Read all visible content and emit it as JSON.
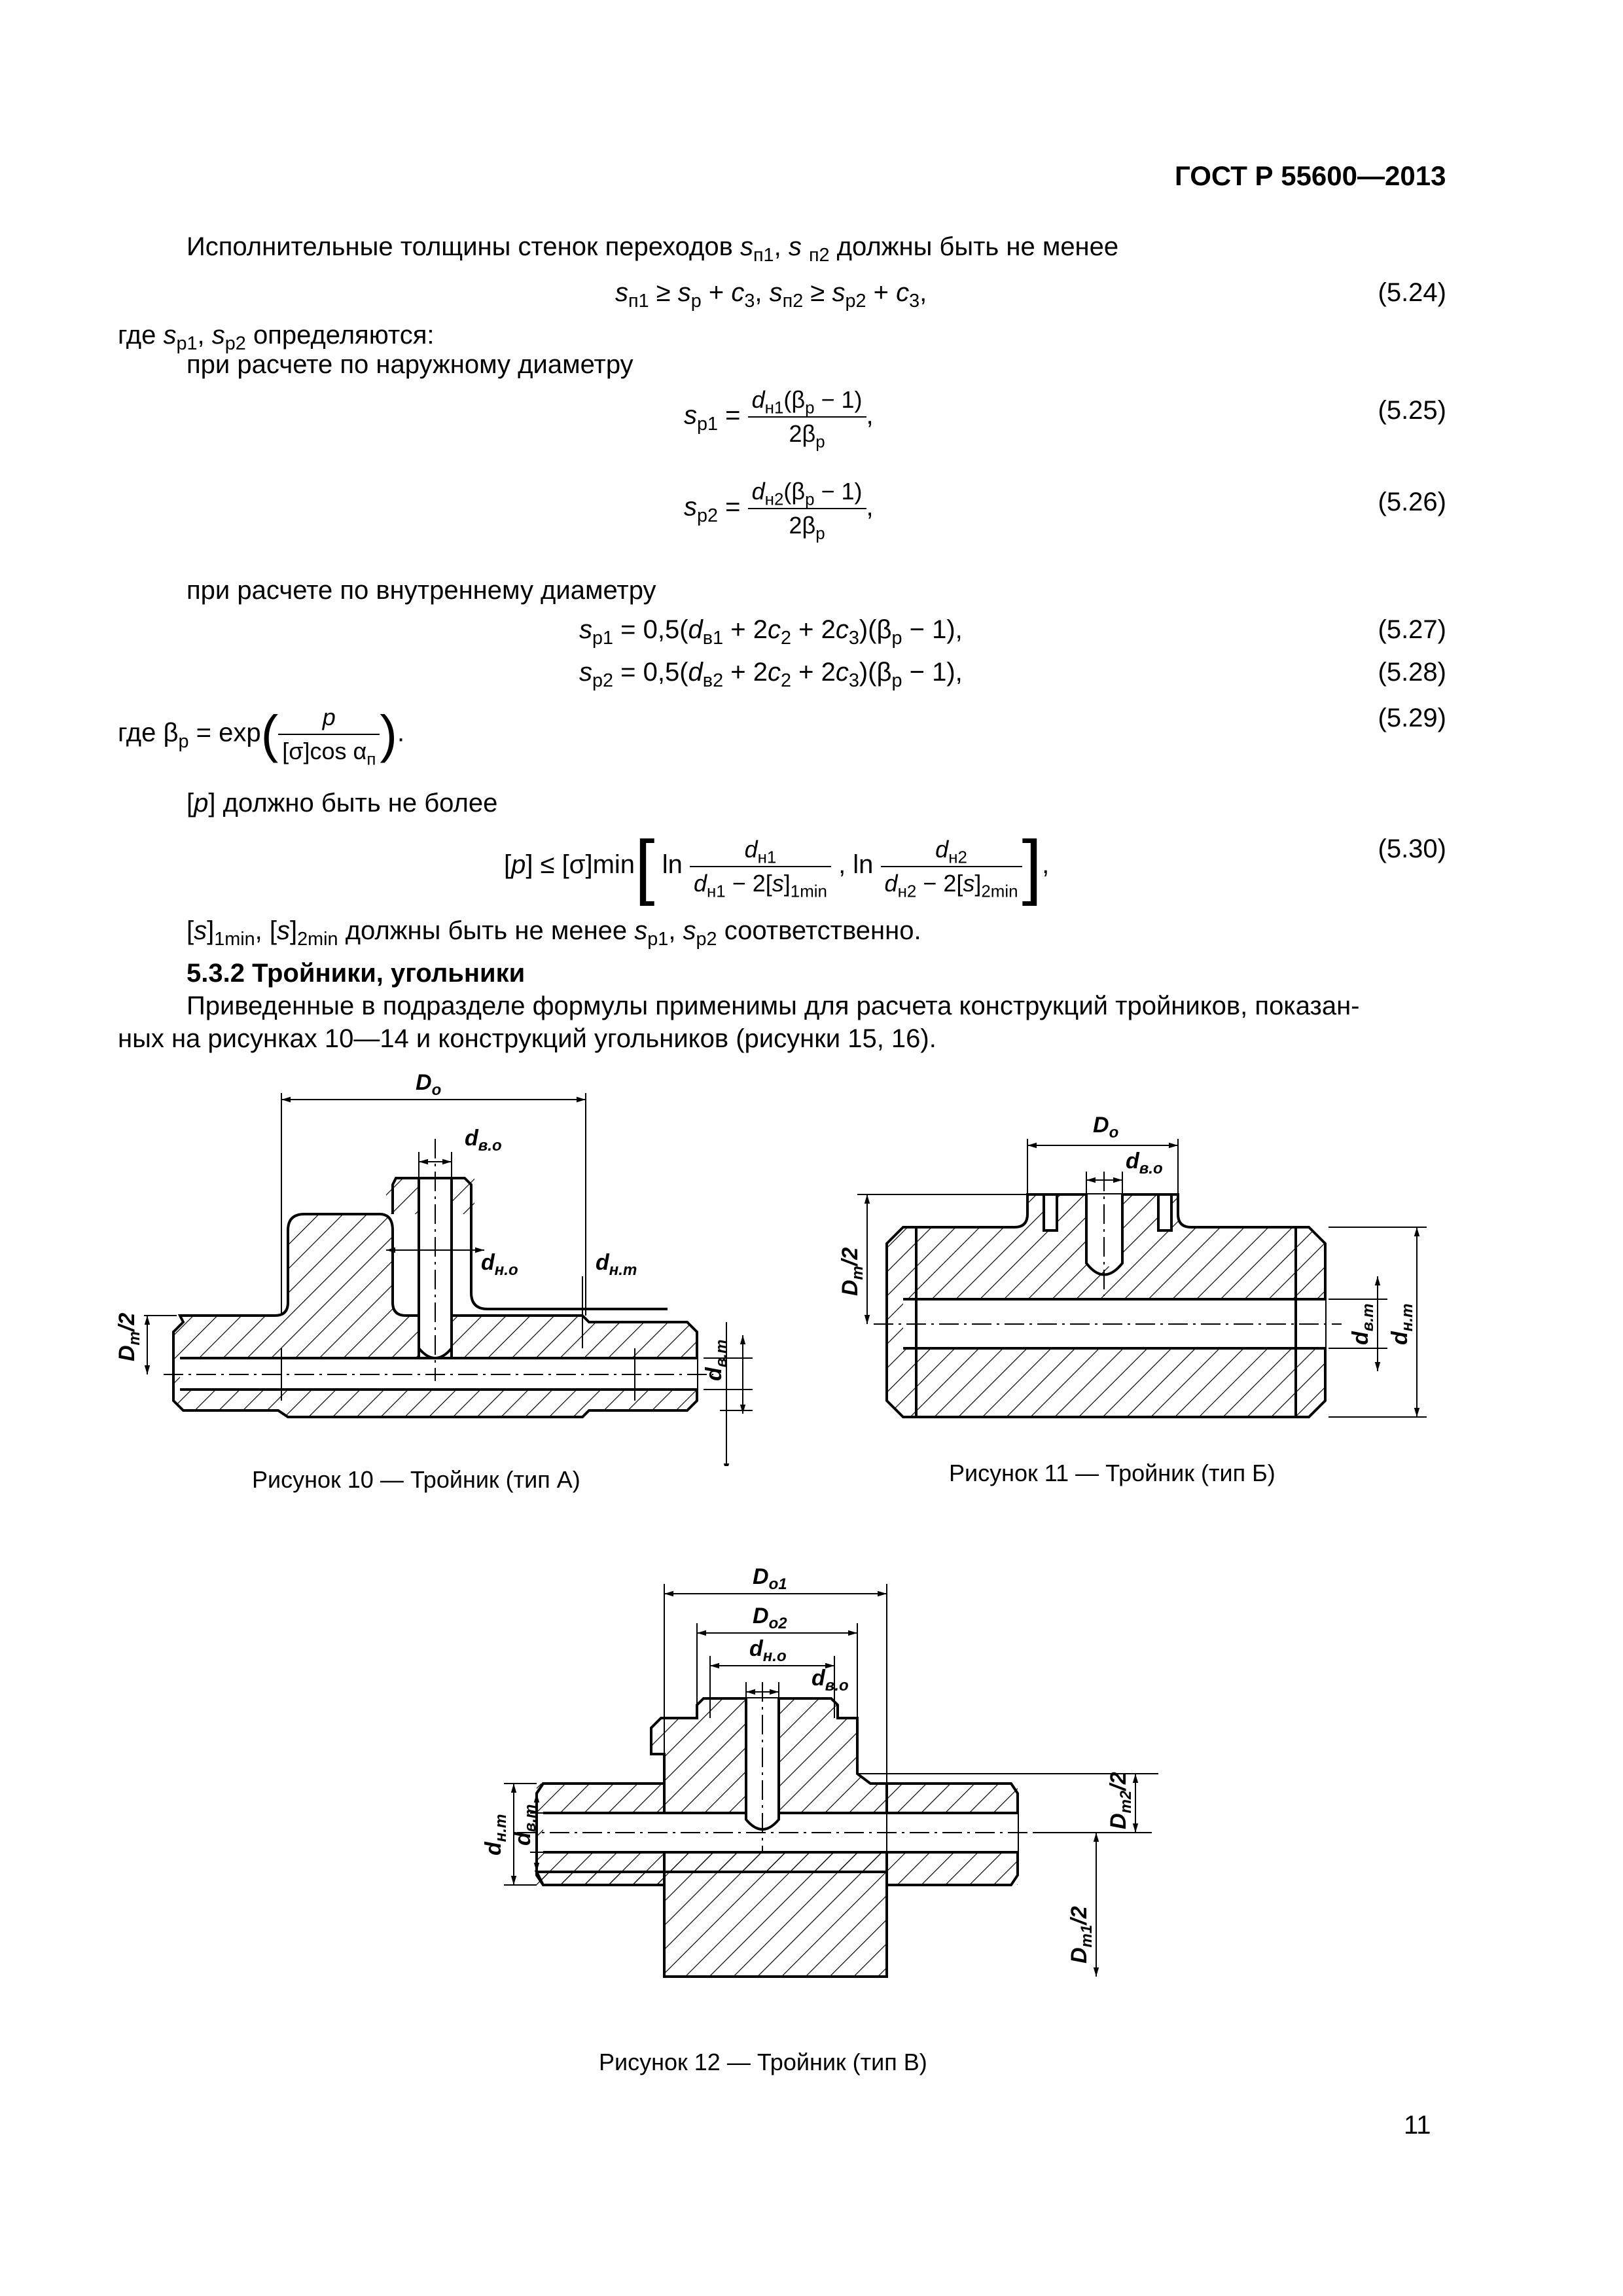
{
  "header": {
    "standard": "ГОСТ Р 55600—2013"
  },
  "text": {
    "intro": "Исполнительные толщины стенок переходов",
    "intro_tail": "должны быть не менее",
    "where1": "где",
    "where1_tail": "определяются:",
    "outer": "при расчете по наружному диаметру",
    "inner": "при расчете по внутреннему диаметру",
    "where2": "где",
    "p_limit": "должно быть не более",
    "smin_tail": "должны быть не менее",
    "smin_tail2": "соответственно.",
    "section": "5.3.2  Тройники, угольники",
    "para1": "Приведенные в подразделе формулы применимы для расчета конструкций тройников, показан-",
    "para2": "ных на рисунках 10—14 и конструкций угольников (рисунки 15, 16)."
  },
  "equations": {
    "e524": "(5.24)",
    "e525": "(5.25)",
    "e526": "(5.26)",
    "e527": "(5.27)",
    "e528": "(5.28)",
    "e529": "(5.29)",
    "e530": "(5.30)"
  },
  "figures": {
    "fig10": "Рисунок 10 — Тройник (тип А)",
    "fig11": "Рисунок 11 — Тройник (тип Б)",
    "fig12": "Рисунок 12 — Тройник (тип В)"
  },
  "page_number": "11"
}
